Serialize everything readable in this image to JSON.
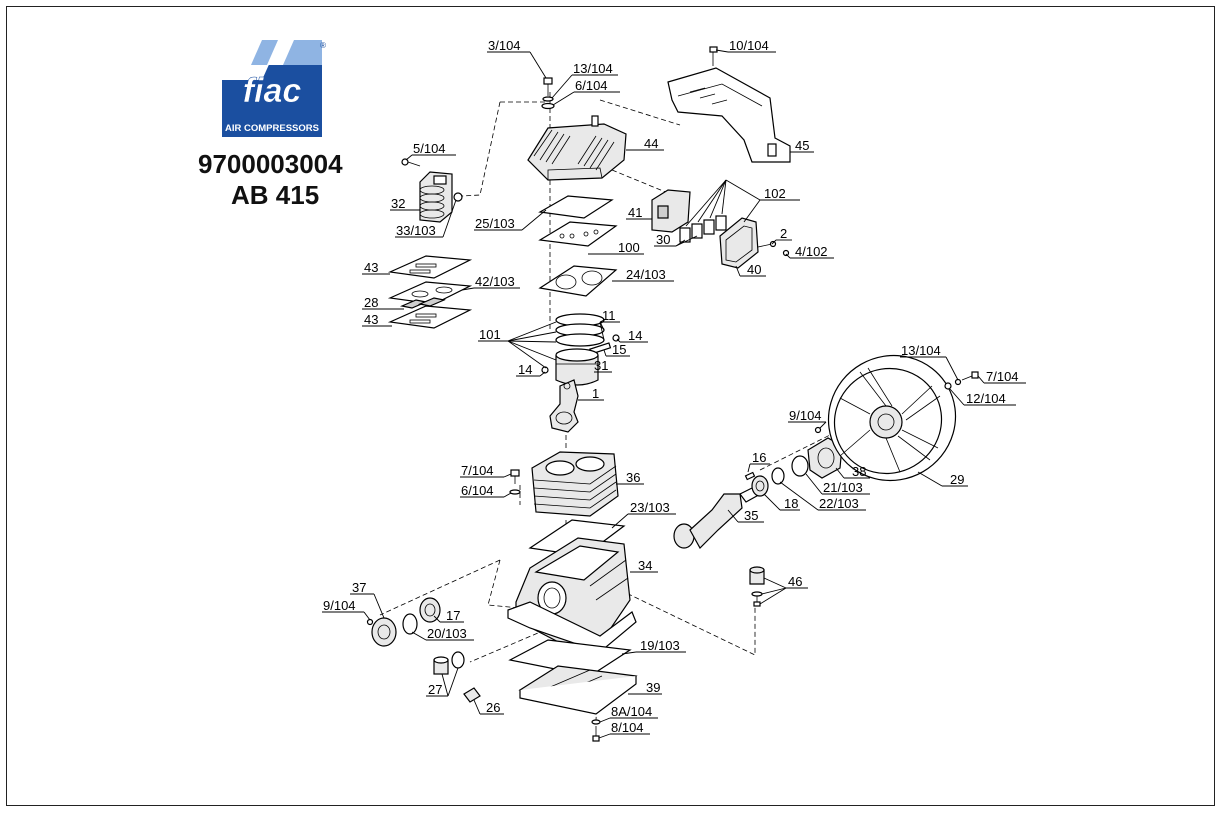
{
  "brand": {
    "logo_text": "fiac",
    "logo_tagline": "AIR COMPRESSORS",
    "registered_mark": "®",
    "colors": {
      "blue": "#1b4fa0",
      "light_blue": "#8fb4e3",
      "white": "#ffffff"
    }
  },
  "model": {
    "code": "9700003004",
    "name": "AB 415"
  },
  "labels": {
    "p3_104": "3/104",
    "p13_104a": "13/104",
    "p6_104a": "6/104",
    "p10_104": "10/104",
    "p45": "45",
    "p44": "44",
    "p5_104": "5/104",
    "p32": "32",
    "p33_103": "33/103",
    "p25_103": "25/103",
    "p41": "41",
    "p102": "102",
    "p30": "30",
    "p2": "2",
    "p100": "100",
    "p4_102": "4/102",
    "p40": "40",
    "p43a": "43",
    "p42_103": "42/103",
    "p24_103": "24/103",
    "p28": "28",
    "p43b": "43",
    "p11": "11",
    "p101": "101",
    "p14a": "14",
    "p15": "15",
    "p14b": "14",
    "p31": "31",
    "p13_104b": "13/104",
    "p7_104a": "7/104",
    "p12_104": "12/104",
    "p1": "1",
    "p9_104a": "9/104",
    "p16": "16",
    "p38": "38",
    "p7_104b": "7/104",
    "p36": "36",
    "p21_103": "21/103",
    "p29": "29",
    "p6_104b": "6/104",
    "p18": "18",
    "p22_103": "22/103",
    "p35": "35",
    "p23_103": "23/103",
    "p34": "34",
    "p46": "46",
    "p37": "37",
    "p9_104b": "9/104",
    "p17": "17",
    "p20_103": "20/103",
    "p19_103": "19/103",
    "p27": "27",
    "p39": "39",
    "p26": "26",
    "p8a_104": "8A/104",
    "p8_104": "8/104"
  }
}
